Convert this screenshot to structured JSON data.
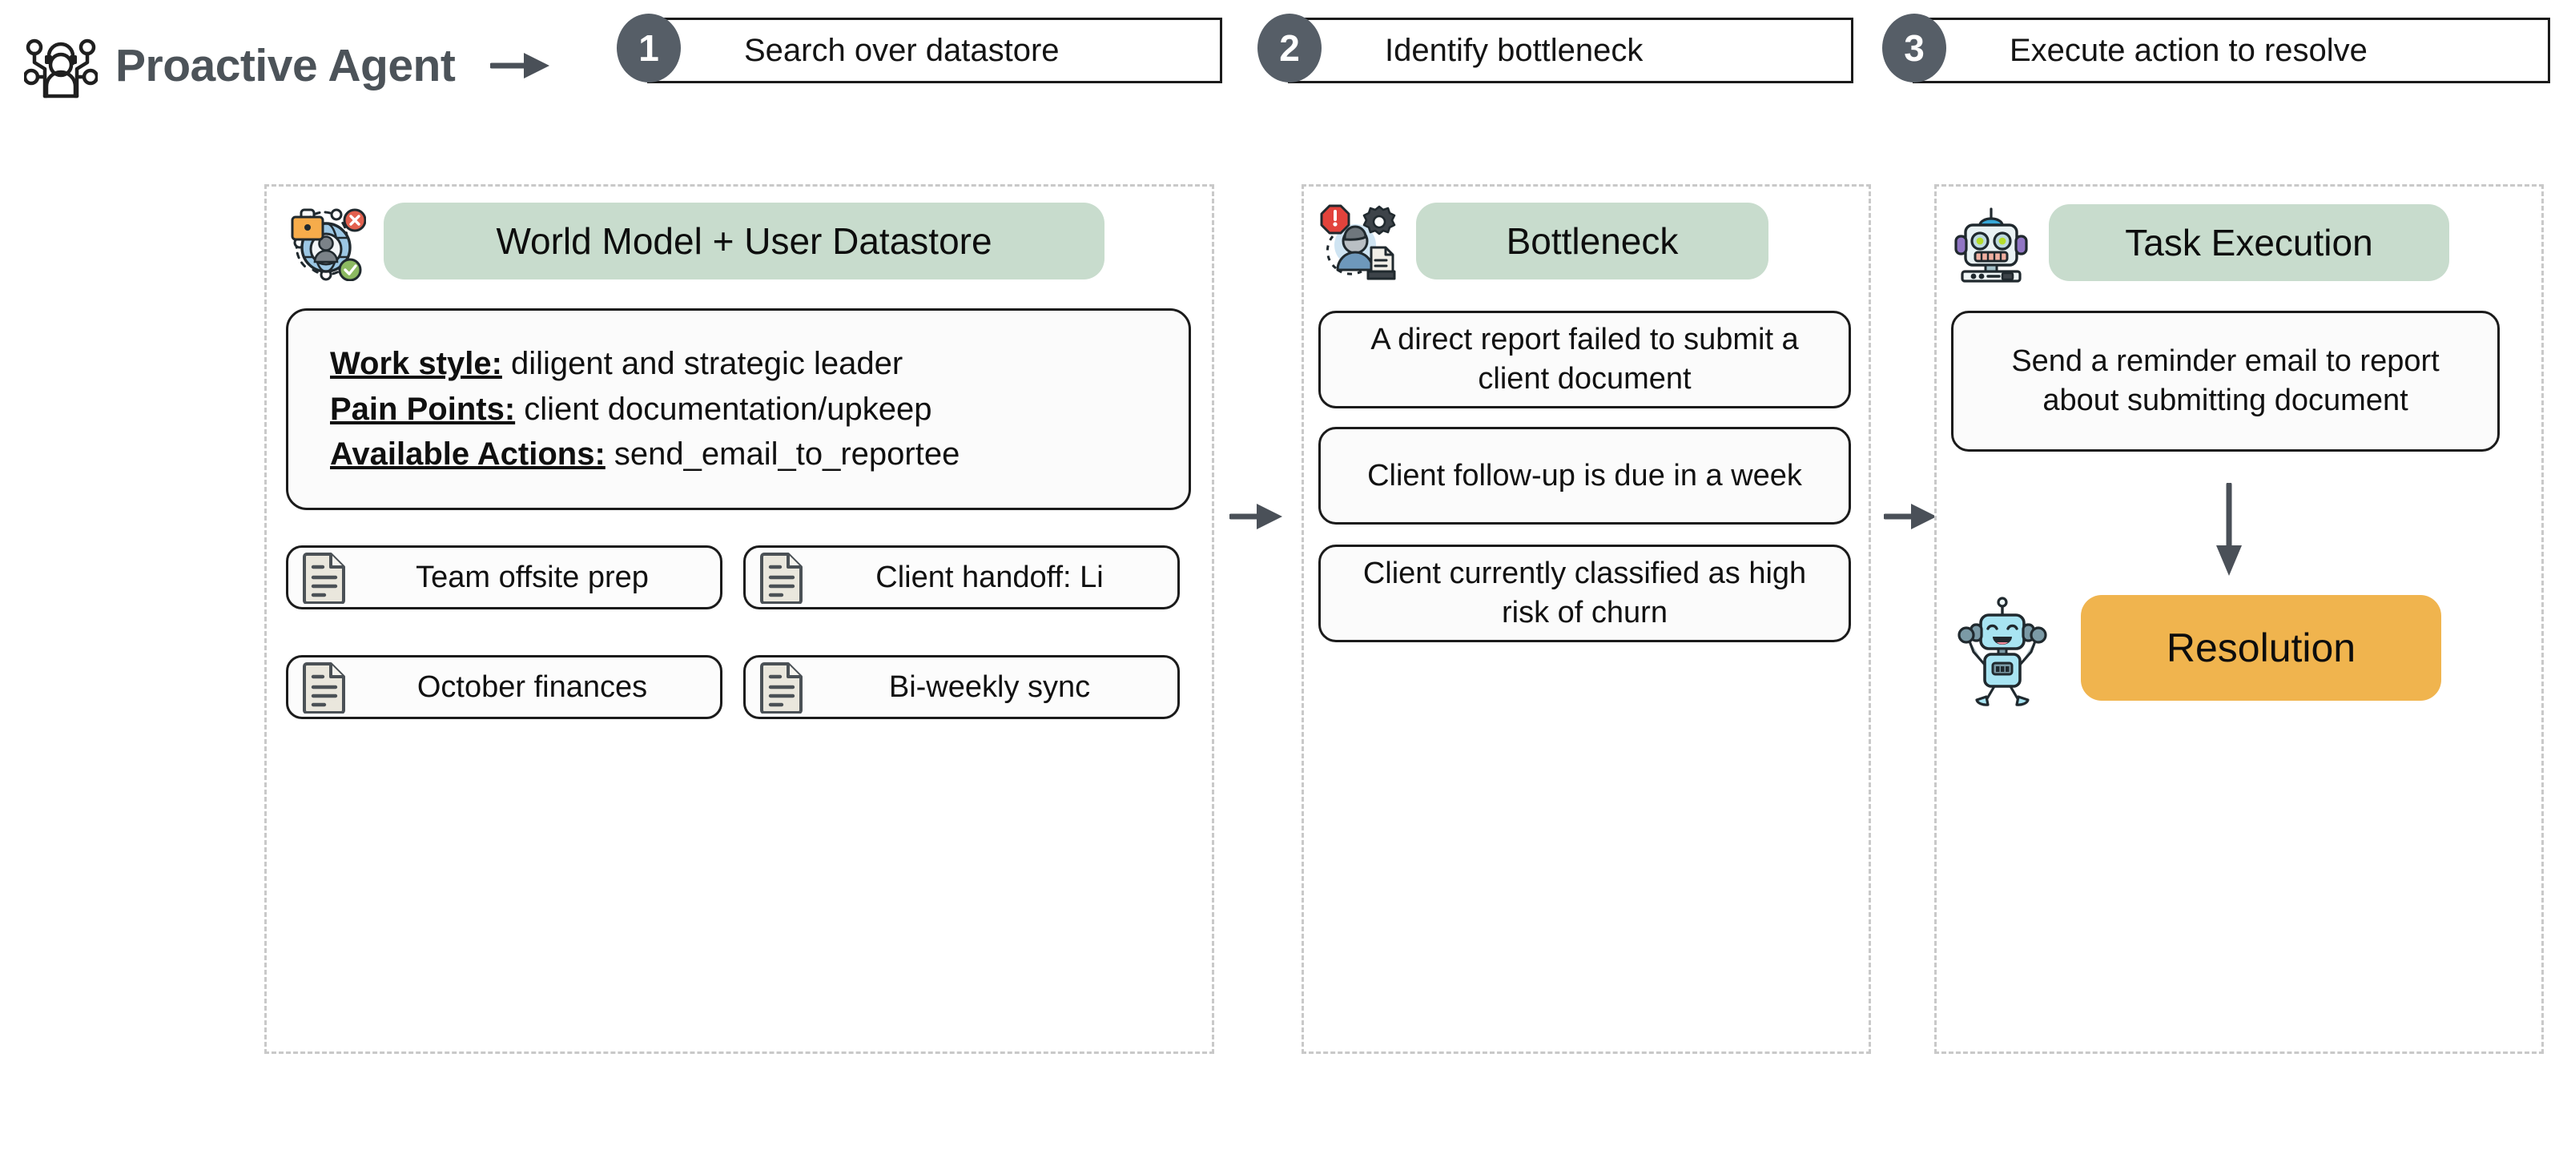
{
  "brand": {
    "title": "Proactive Agent",
    "icon": "agent-network-icon",
    "arrow_icon": "right-arrow-icon"
  },
  "steps": [
    {
      "number": "1",
      "label": "Search over datastore"
    },
    {
      "number": "2",
      "label": "Identify bottleneck"
    },
    {
      "number": "3",
      "label": "Execute action to resolve"
    }
  ],
  "panels": {
    "datastore": {
      "icon": "world-model-user-icon",
      "title": "World Model + User Datastore",
      "profile": [
        {
          "label": "Work style:",
          "value": "diligent and strategic leader"
        },
        {
          "label": "Pain Points:",
          "value": "client documentation/upkeep"
        },
        {
          "label": "Available Actions:",
          "value": "send_email_to_reportee"
        }
      ],
      "documents": [
        "Team offsite prep",
        "Client handoff: Li",
        "October finances",
        "Bi-weekly sync"
      ]
    },
    "bottleneck": {
      "icon": "person-alert-gear-document-icon",
      "title": "Bottleneck",
      "items": [
        "A direct report failed to submit a client document",
        "Client follow-up is due in a week",
        "Client currently classified as high risk of churn"
      ]
    },
    "execution": {
      "icon": "robot-head-icon",
      "title": "Task Execution",
      "action": "Send a reminder email to report about submitting document",
      "resolution_icon": "happy-robot-icon",
      "resolution_title": "Resolution",
      "down_arrow_icon": "down-arrow-icon"
    }
  },
  "connectors": [
    {
      "icon": "right-arrow-icon"
    },
    {
      "icon": "right-arrow-icon"
    }
  ],
  "colors": {
    "pill_green": "#c8dccd",
    "pill_orange": "#f0b44e",
    "badge_gray": "#565e67",
    "arrow_gray": "#4a5058",
    "panel_border": "#c9c9c9",
    "title_gray": "#4c5359"
  }
}
